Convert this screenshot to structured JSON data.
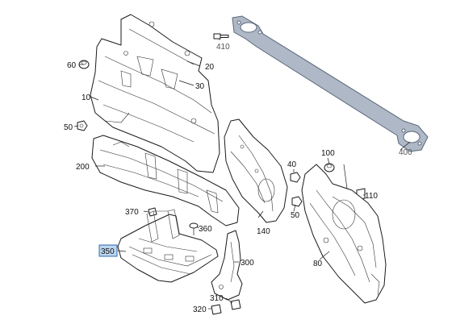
{
  "diagram": {
    "callouts": {
      "c10": "10",
      "c20": "20",
      "c30": "30",
      "c40": "40",
      "c50a": "50",
      "c50b": "50",
      "c60": "60",
      "c80": "80",
      "c100": "100",
      "c110": "110",
      "c140": "140",
      "c200": "200",
      "c300": "300",
      "c310": "310",
      "c320": "320",
      "c350": "350",
      "c360": "360",
      "c370": "370",
      "c400": "400",
      "c410": "410"
    },
    "selected_callout": "350",
    "colors": {
      "line": "#1a1a1a",
      "highlight_fill": "#bcd6ee",
      "highlight_border": "#2b6cb0",
      "strut_brace_fill": "#aeb8c6"
    }
  }
}
